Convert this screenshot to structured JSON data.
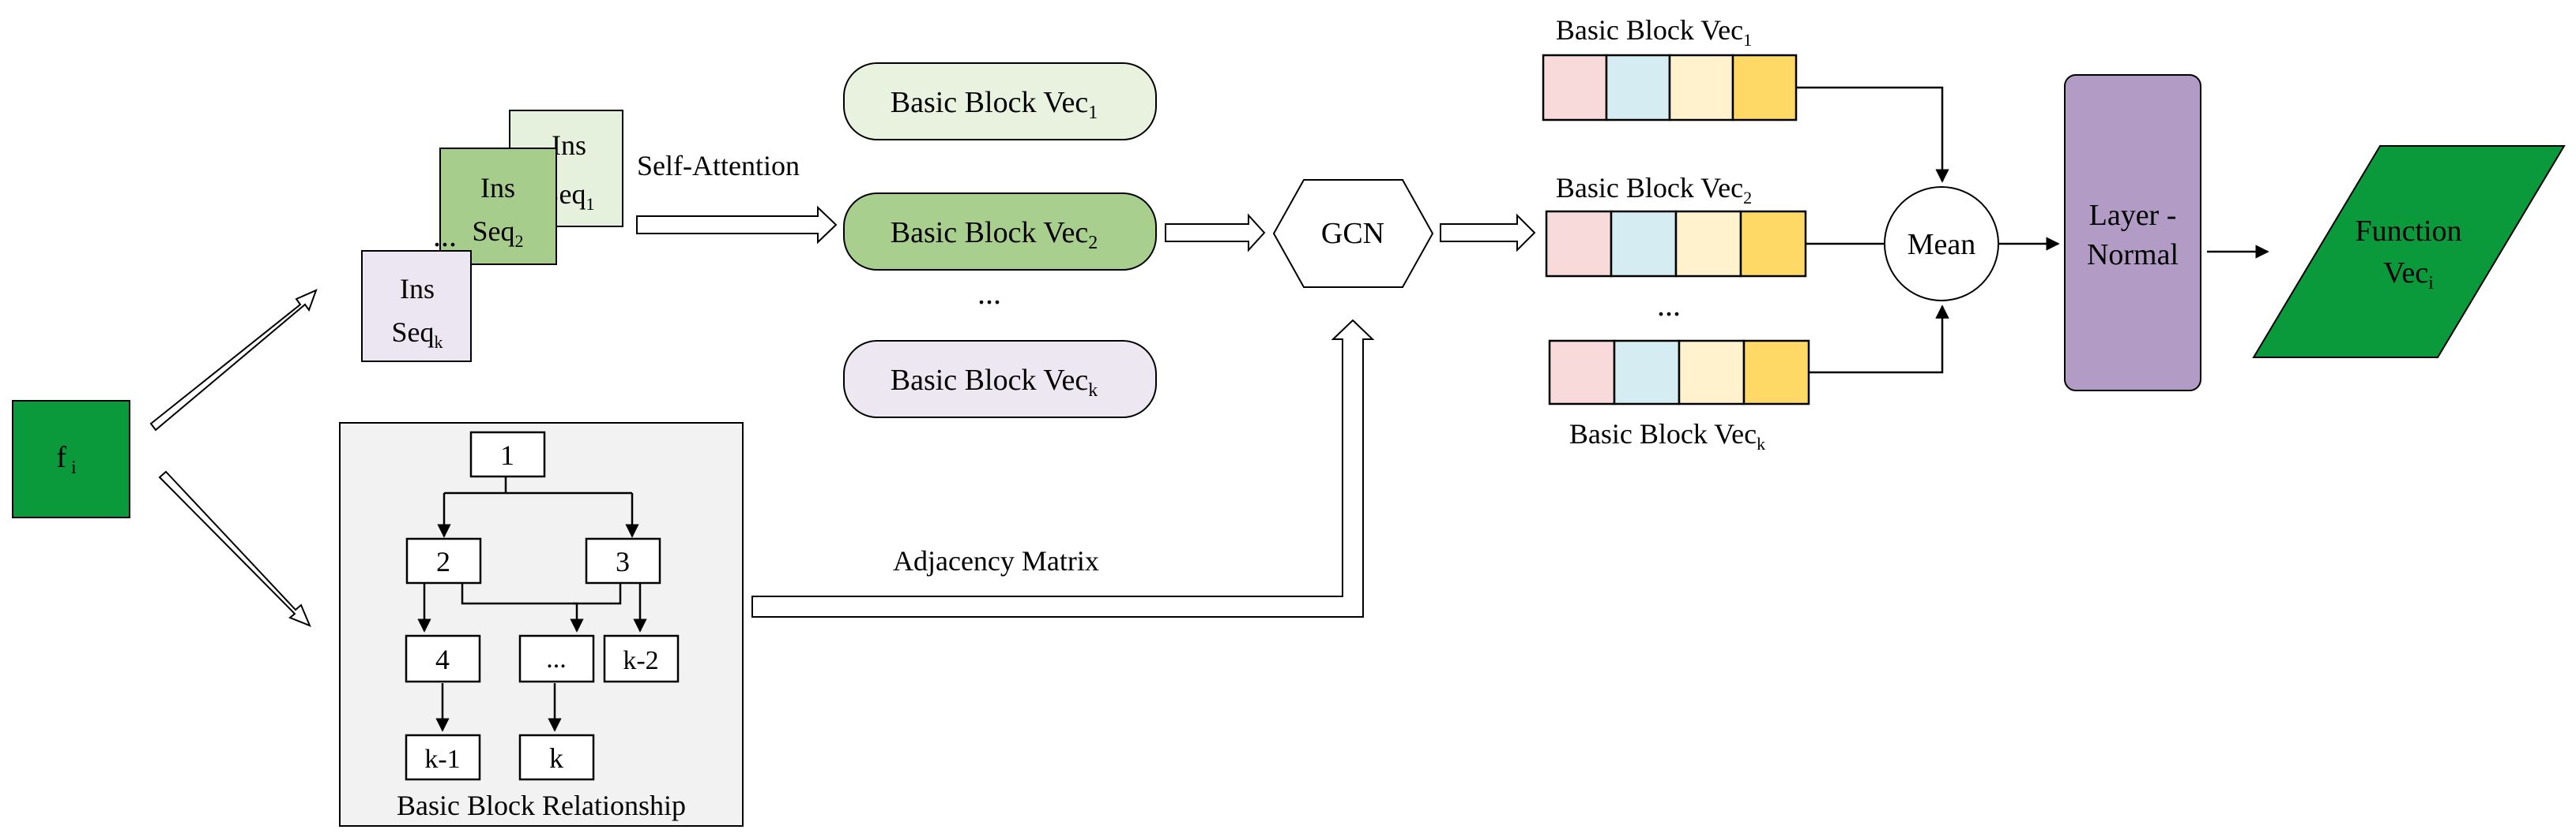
{
  "input": {
    "label": "f",
    "subscript": "i"
  },
  "ins_seq": [
    {
      "line1": "Ins",
      "line2": "Seq",
      "subscript": "1"
    },
    {
      "line1": "Ins",
      "line2": "Seq",
      "subscript": "2"
    },
    {
      "line1": "Ins",
      "line2": "Seq",
      "subscript": "k"
    }
  ],
  "ins_seq_ellipsis": "...",
  "self_attention_label": "Self-Attention",
  "bb_vec_pills": [
    {
      "text": "Basic Block Vec",
      "subscript": "1"
    },
    {
      "text": "Basic Block Vec",
      "subscript": "2"
    },
    {
      "text": "Basic Block Vec",
      "subscript": "k"
    }
  ],
  "pill_ellipsis": "...",
  "gcn_label": "GCN",
  "adjacency_label": "Adjacency Matrix",
  "relationship": {
    "caption": "Basic Block Relationship",
    "nodes": [
      "1",
      "2",
      "3",
      "4",
      "...",
      "k-2",
      "k-1",
      "k"
    ]
  },
  "output_vec_labels": [
    {
      "text": "Basic Block Vec",
      "subscript": "1"
    },
    {
      "text": "Basic Block Vec",
      "subscript": "2"
    },
    {
      "text": "Basic Block Vec",
      "subscript": "k"
    }
  ],
  "output_ellipsis": "...",
  "mean_label": "Mean",
  "layer_normal": {
    "line1": "Layer -",
    "line2": "Normal"
  },
  "function_vec": {
    "line1": "Function",
    "line2": "Vec",
    "subscript": "i"
  },
  "colors": {
    "green": "#0a9a3c",
    "pill1_fill": "#e9f2df",
    "pill2_fill": "#a9cf8f",
    "pillk_fill": "#ece7f1",
    "seq1_fill": "#e6f1dd",
    "seq2_fill": "#a6cd8c",
    "seqk_fill": "#ebe6f1",
    "cell_pink": "#f8dada",
    "cell_blue": "#d6ecf3",
    "cell_cream": "#fff2cc",
    "cell_gold": "#ffd966",
    "layer_norm": "#b29cc6",
    "relationship_bg": "#f2f2f2"
  }
}
